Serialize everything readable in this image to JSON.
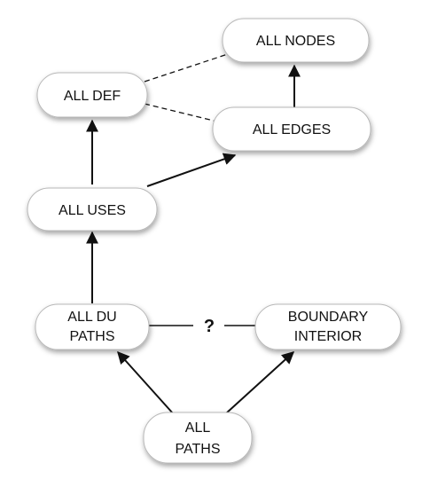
{
  "nodes": {
    "all_nodes": [
      "ALL NODES"
    ],
    "all_def": [
      "ALL DEF"
    ],
    "all_edges": [
      "ALL EDGES"
    ],
    "all_uses": [
      "ALL USES"
    ],
    "all_du_paths": [
      "ALL DU",
      "PATHS"
    ],
    "boundary_interior": [
      "BOUNDARY",
      "INTERIOR"
    ],
    "all_paths": [
      "ALL",
      "PATHS"
    ]
  },
  "question_mark": "?"
}
